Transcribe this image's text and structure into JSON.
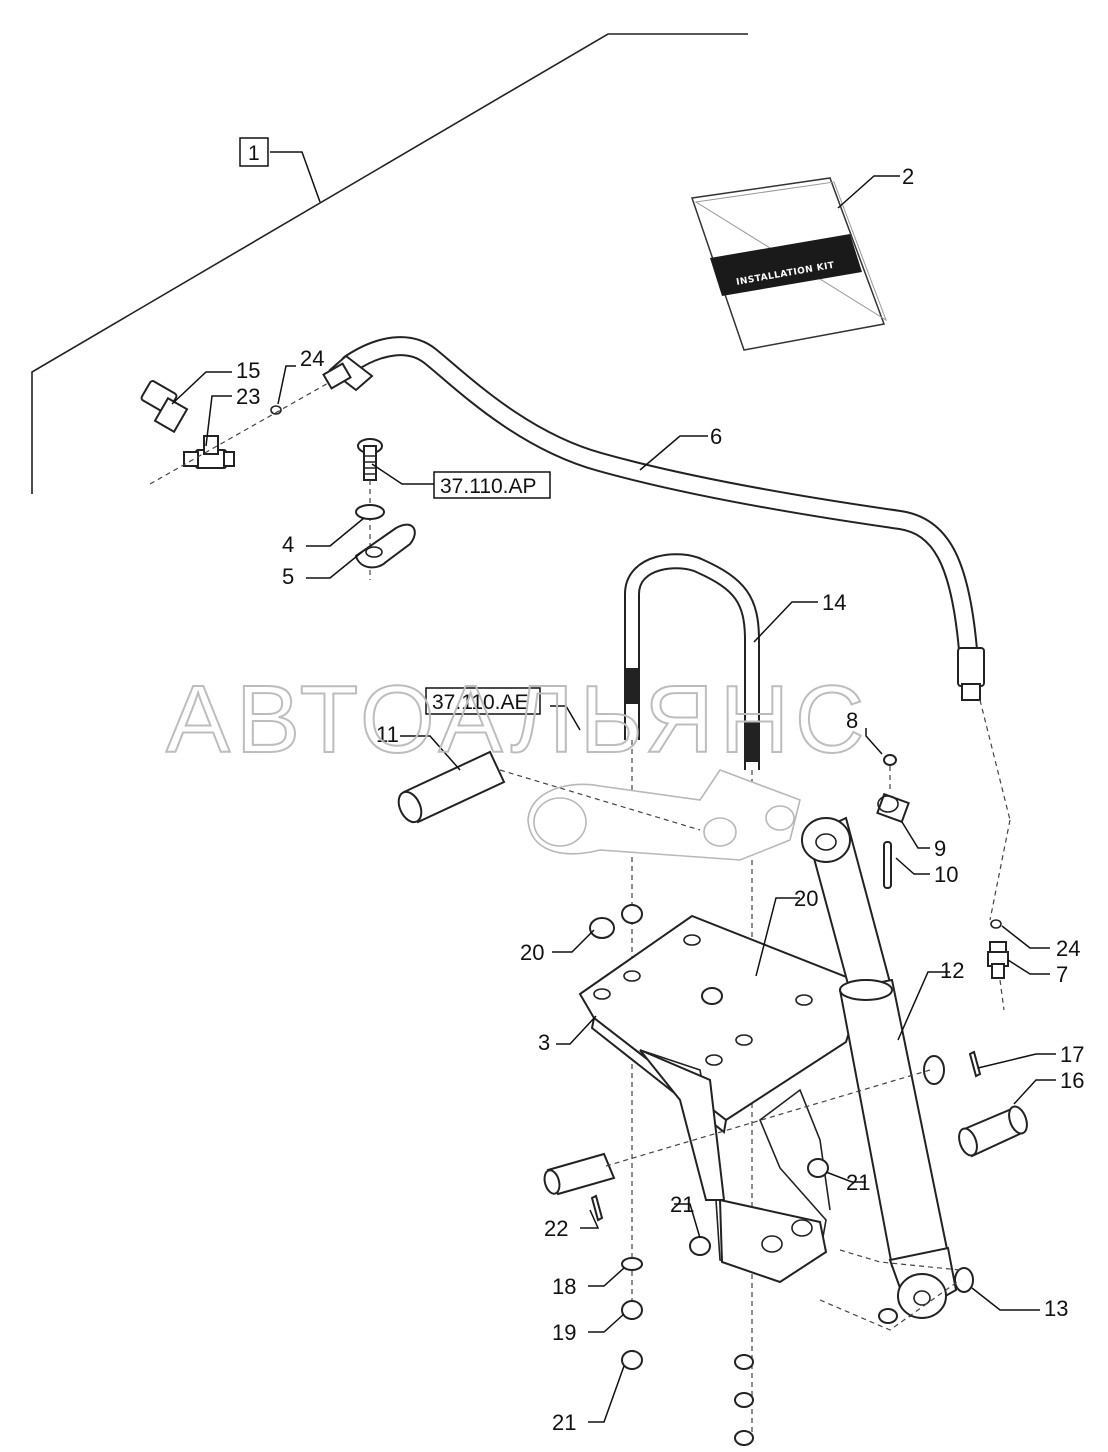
{
  "watermark": "АВТОАЛЬЯНС",
  "kit_label": "INSTALLATION KIT",
  "boxed_refs": {
    "main": "1",
    "ref_ap": "37.110.AP",
    "ref_ae": "37.110.AE"
  },
  "callouts": [
    {
      "id": "c2",
      "text": "2"
    },
    {
      "id": "c15",
      "text": "15"
    },
    {
      "id": "c23",
      "text": "23"
    },
    {
      "id": "c24a",
      "text": "24"
    },
    {
      "id": "c6",
      "text": "6"
    },
    {
      "id": "c4",
      "text": "4"
    },
    {
      "id": "c5",
      "text": "5"
    },
    {
      "id": "c14",
      "text": "14"
    },
    {
      "id": "c11",
      "text": "11"
    },
    {
      "id": "c8",
      "text": "8"
    },
    {
      "id": "c9",
      "text": "9"
    },
    {
      "id": "c10",
      "text": "10"
    },
    {
      "id": "c20a",
      "text": "20"
    },
    {
      "id": "c20b",
      "text": "20"
    },
    {
      "id": "c24b",
      "text": "24"
    },
    {
      "id": "c7",
      "text": "7"
    },
    {
      "id": "c12",
      "text": "12"
    },
    {
      "id": "c3",
      "text": "3"
    },
    {
      "id": "c17",
      "text": "17"
    },
    {
      "id": "c16",
      "text": "16"
    },
    {
      "id": "c21a",
      "text": "21"
    },
    {
      "id": "c22",
      "text": "22"
    },
    {
      "id": "c21b",
      "text": "21"
    },
    {
      "id": "c18",
      "text": "18"
    },
    {
      "id": "c19",
      "text": "19"
    },
    {
      "id": "c21c",
      "text": "21"
    },
    {
      "id": "c13",
      "text": "13"
    }
  ]
}
